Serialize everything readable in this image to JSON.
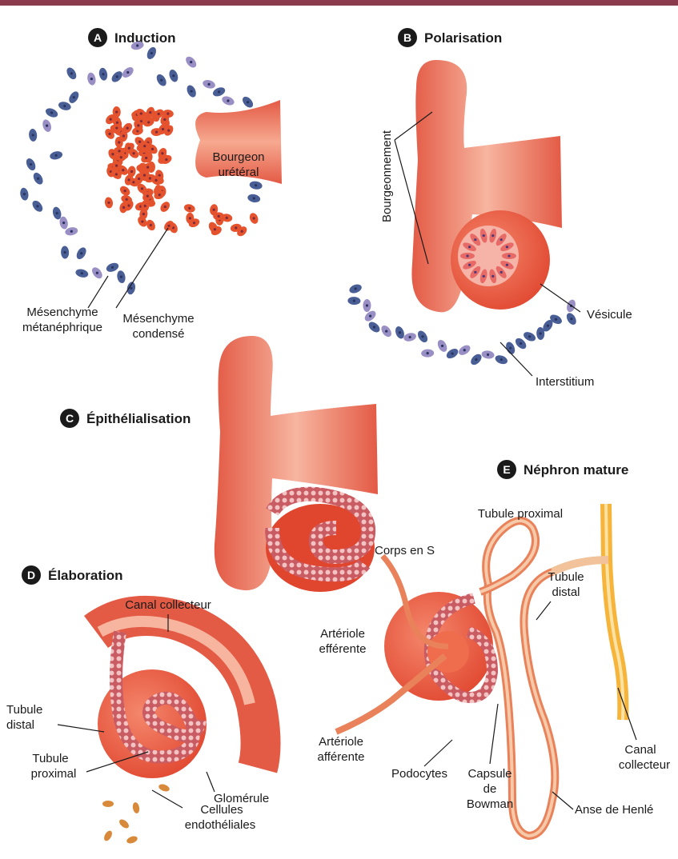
{
  "panels": {
    "A": {
      "letter": "A",
      "title": "Induction",
      "labels": {
        "bud": [
          "Bourgeon",
          "urétéral"
        ],
        "mes_meta": [
          "Mésenchyme",
          "métanéphrique"
        ],
        "mes_cond": [
          "Mésenchyme",
          "condensé"
        ]
      }
    },
    "B": {
      "letter": "B",
      "title": "Polarisation",
      "labels": {
        "budding": "Bourgeonnement",
        "vesicle": "Vésicule",
        "interstitium": "Interstitium"
      }
    },
    "C": {
      "letter": "C",
      "title": "Épithélialisation",
      "labels": {
        "s_body": "Corps en S"
      }
    },
    "D": {
      "letter": "D",
      "title": "Élaboration",
      "labels": {
        "collecting": "Canal collecteur",
        "distal": [
          "Tubule",
          "distal"
        ],
        "proximal": [
          "Tubule",
          "proximal"
        ],
        "glomerule": "Glomérule",
        "endothelial": [
          "Cellules",
          "endothéliales"
        ]
      }
    },
    "E": {
      "letter": "E",
      "title": "Néphron mature",
      "labels": {
        "proximal": "Tubule proximal",
        "distal": [
          "Tubule",
          "distal"
        ],
        "efferent": [
          "Artériole",
          "efférente"
        ],
        "afferent": [
          "Artériole",
          "afférente"
        ],
        "podocytes": "Podocytes",
        "capsule": [
          "Capsule",
          "de",
          "Bowman"
        ],
        "collecting": [
          "Canal",
          "collecteur"
        ],
        "henle": "Anse de Henlé"
      }
    }
  },
  "colors": {
    "topbar": "#8c3a4e",
    "tissue": "#e8604a",
    "tissue_light": "#f6a08a",
    "tissue_core": "#f8c9bb",
    "mesenchyme_blue": "#4a5e96",
    "mesenchyme_lilac": "#9a8fc4",
    "condensed": "#e5532e",
    "tubule_light": "#f2c29a",
    "collecting_yellow": "#f7b43a",
    "endothelial": "#d8893a"
  }
}
